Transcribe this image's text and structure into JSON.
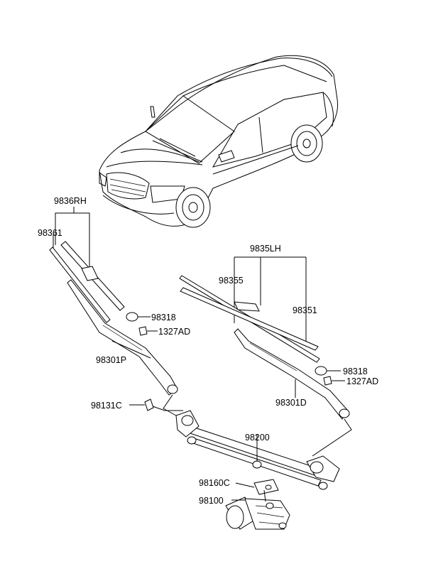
{
  "labels": {
    "wiper_blade_assy_rh": "9836RH",
    "refill_rh": "98361",
    "wiper_blade_assy_lh": "9835LH",
    "blade_lh": "98355",
    "refill_lh": "98351",
    "cap_left": "98318",
    "nut_left": "1327AD",
    "arm_left": "98301P",
    "cap_right": "98318",
    "nut_right": "1327AD",
    "arm_right": "98301D",
    "pivot_nut": "98131C",
    "linkage": "98200",
    "bracket": "98160C",
    "motor": "98100"
  }
}
